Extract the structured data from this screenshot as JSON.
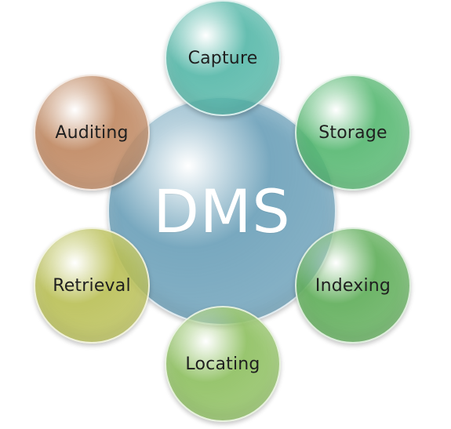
{
  "diagram": {
    "center": {
      "label": "DMS",
      "color": "#6a9fb8"
    },
    "satellites": [
      {
        "id": "capture",
        "label": "Capture",
        "color": "#55b7a8"
      },
      {
        "id": "storage",
        "label": "Storage",
        "color": "#55b770"
      },
      {
        "id": "indexing",
        "label": "Indexing",
        "color": "#5ead58"
      },
      {
        "id": "locating",
        "label": "Locating",
        "color": "#8dbf5f"
      },
      {
        "id": "retrieval",
        "label": "Retrieval",
        "color": "#b9bf55"
      },
      {
        "id": "auditing",
        "label": "Auditing",
        "color": "#bf8760"
      }
    ]
  }
}
